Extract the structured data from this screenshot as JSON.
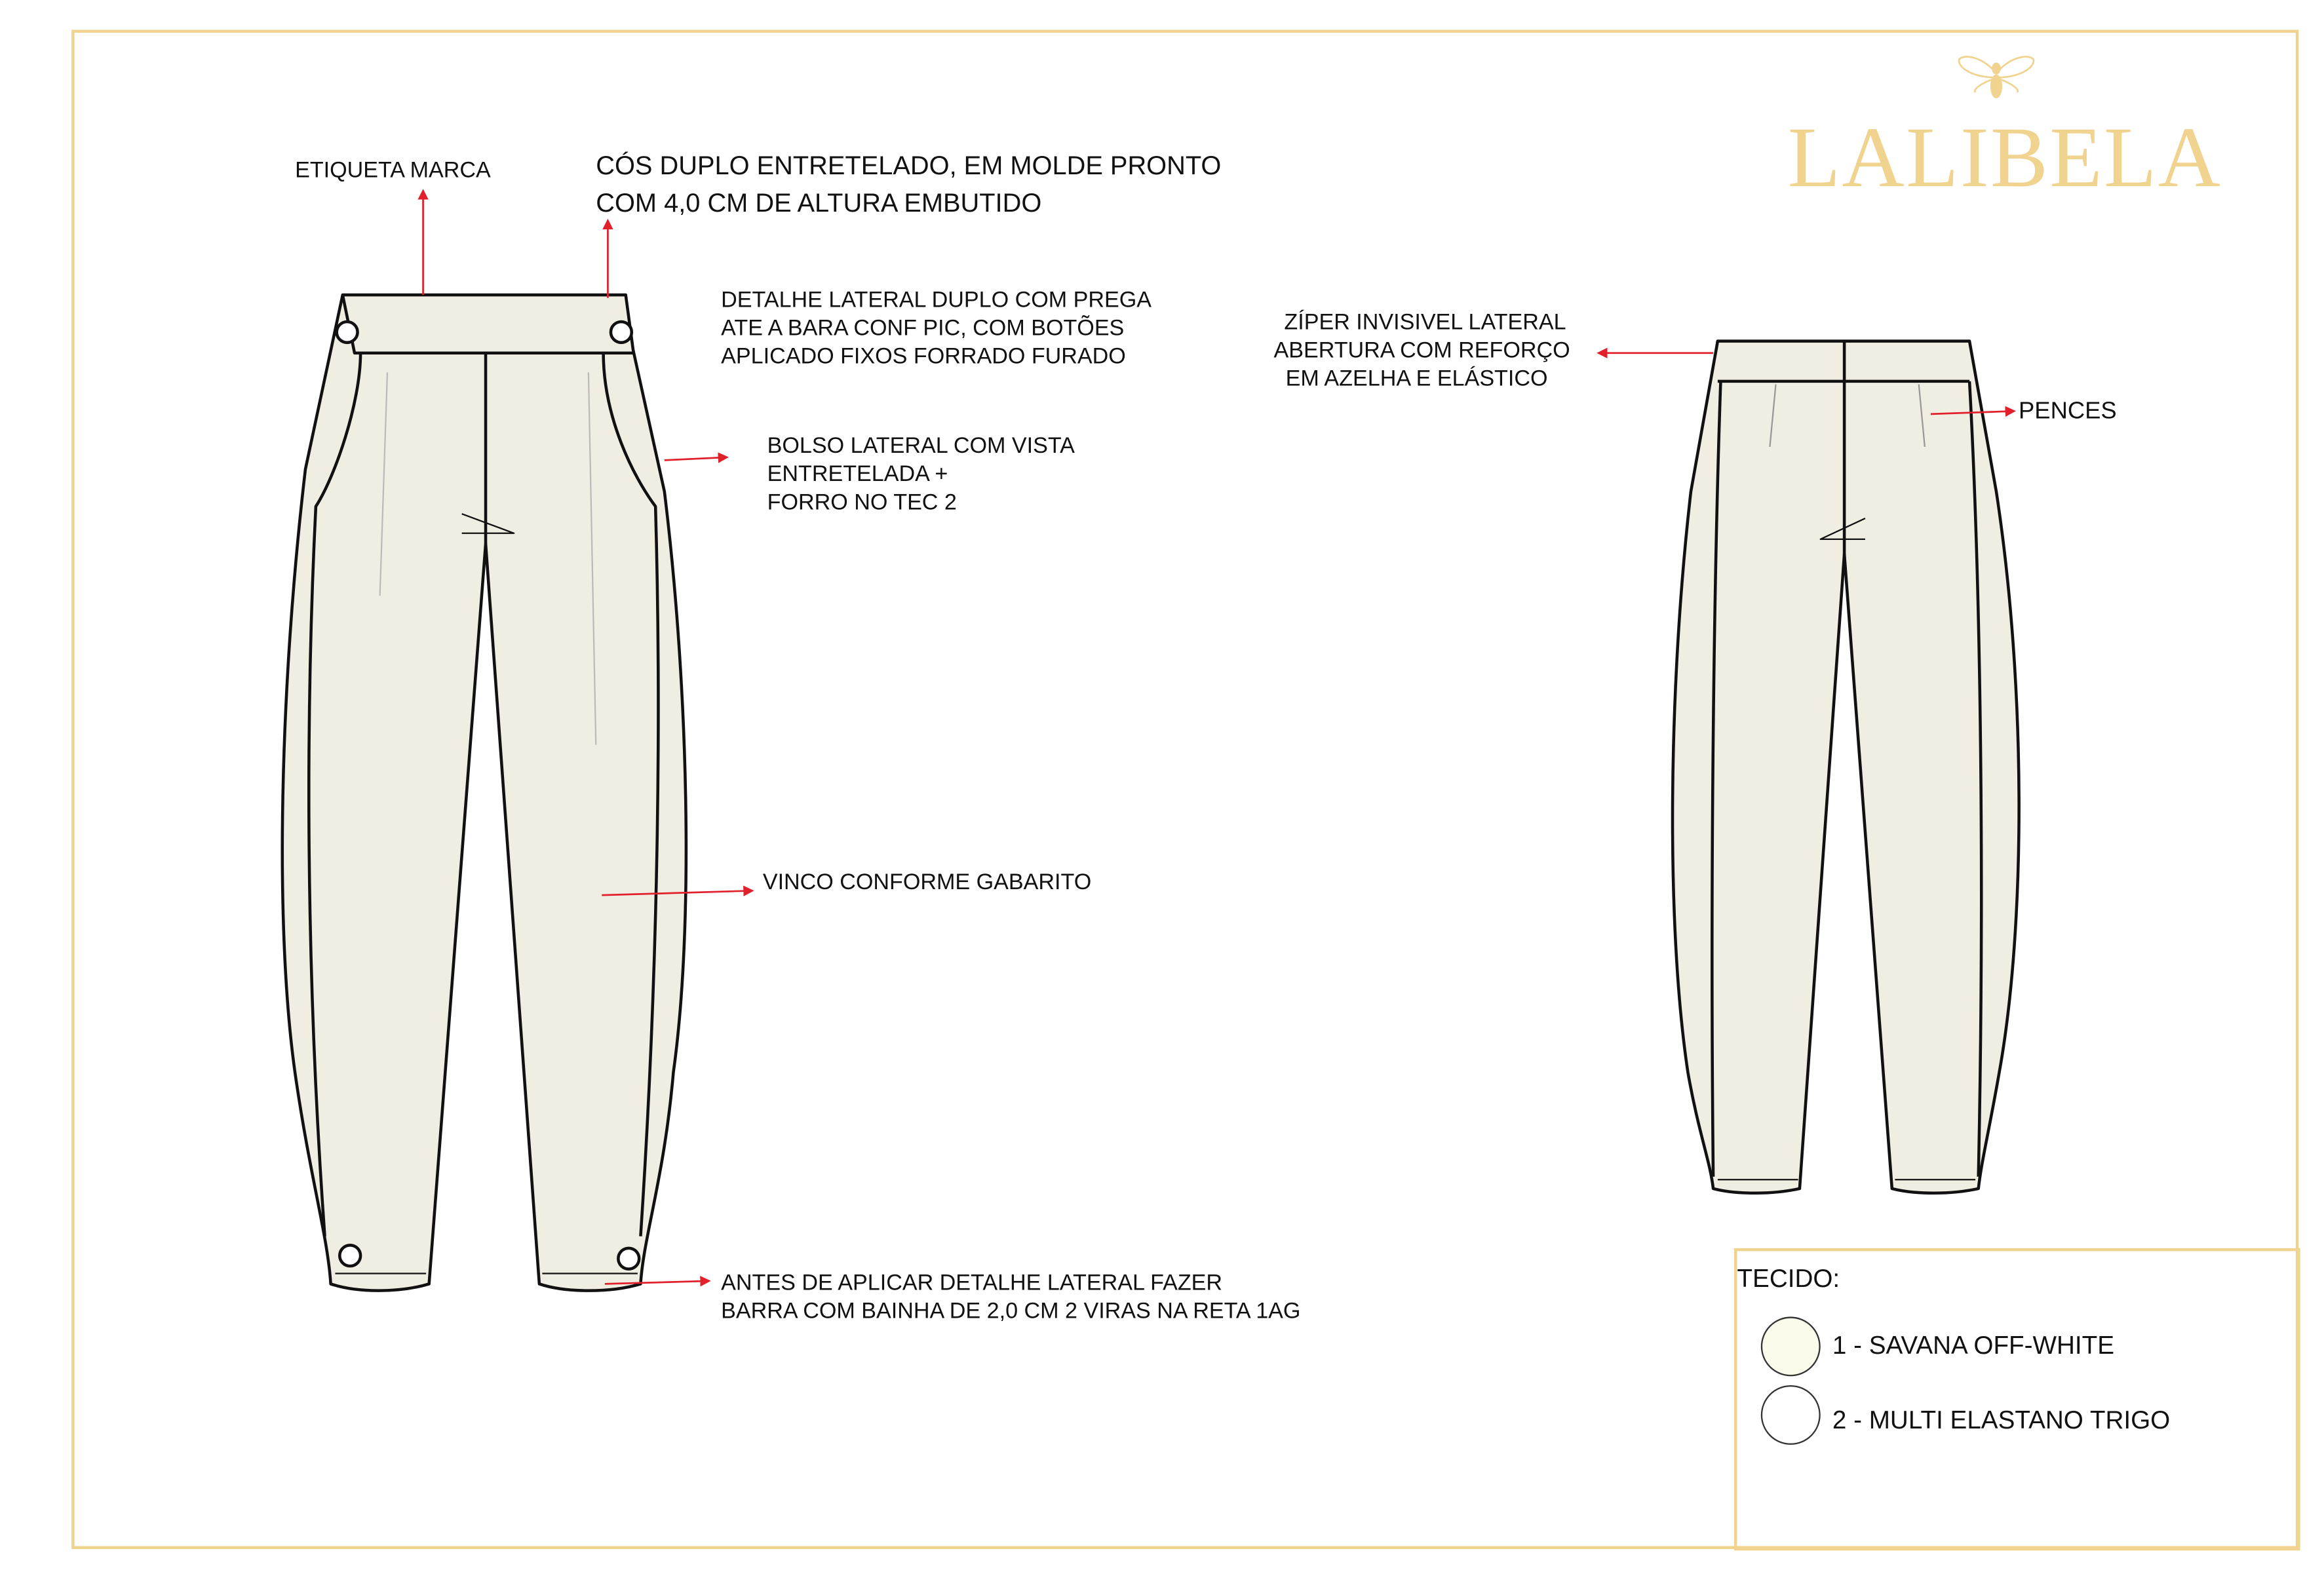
{
  "brand": {
    "name": "LALIBELA",
    "icon": "bee-icon",
    "color": "#f0d38e"
  },
  "annotations": {
    "etiqueta": "ETIQUETA MARCA",
    "cos_line1": "CÓS DUPLO ENTRETELADO, EM MOLDE  PRONTO",
    "cos_line2": "COM 4,0 CM DE ALTURA EMBUTIDO",
    "detalhe_line1": "DETALHE LATERAL DUPLO COM PREGA",
    "detalhe_line2": "ATE A BARA CONF PIC, COM BOTÕES",
    "detalhe_line3": "APLICADO FIXOS FORRADO FURADO",
    "bolso_line1": "BOLSO LATERAL COM VISTA",
    "bolso_line2": "ENTRETELADA +",
    "bolso_line3": "FORRO NO TEC 2",
    "vinco": "VINCO CONFORME GABARITO",
    "antes_line1": "ANTES DE APLICAR DETALHE LATERAL FAZER",
    "antes_line2": "BARRA COM BAINHA DE 2,0 CM 2 VIRAS NA RETA 1AG",
    "ziper_line1": "ZÍPER INVISIVEL LATERAL",
    "ziper_line2": "ABERTURA COM REFORÇO",
    "ziper_line3": "EM AZELHA E ELÁSTICO",
    "pences": "PENCES"
  },
  "fabric": {
    "title": "TECIDO:",
    "items": [
      {
        "label": "1 - SAVANA OFF-WHITE",
        "color": "#fafbea"
      },
      {
        "label": "2 - MULTI ELASTANO TRIGO",
        "color": "#ffffff"
      }
    ]
  },
  "colors": {
    "garment": "#f0ede2",
    "arrow": "#e0202a"
  }
}
